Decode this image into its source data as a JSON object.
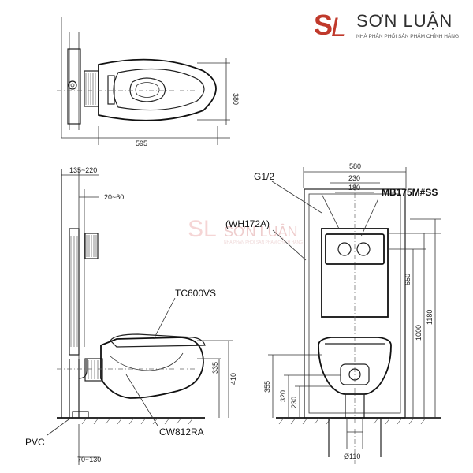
{
  "brand": {
    "name": "SƠN LUẬN",
    "tagline": "NHÀ PHÂN PHỐI SẢN PHẨM CHÍNH HÃNG",
    "logo_letters": "SL",
    "accent_color": "#c0392b"
  },
  "top_view": {
    "dim_width": "595",
    "dim_depth": "380"
  },
  "side_view": {
    "dim_wall_depth": "135~220",
    "dim_offset": "20~60",
    "label_seat": "TC600VS",
    "label_bowl": "CW812RA",
    "label_pipe": "PVC",
    "dim_outlet": "70~130",
    "dim_bowl_height": "410",
    "dim_outlet_height": "335"
  },
  "front_view": {
    "dim_frame_width": "580",
    "dim_230": "230",
    "dim_180": "180",
    "label_inlet": "G1/2",
    "label_plate": "MB175M#SS",
    "label_frame": "(WH172A)",
    "dim_650": "650",
    "dim_1000": "1000",
    "dim_1180": "1180",
    "dim_355": "355",
    "dim_320": "320",
    "dim_230_low": "230",
    "dim_diameter": "Ø110"
  }
}
